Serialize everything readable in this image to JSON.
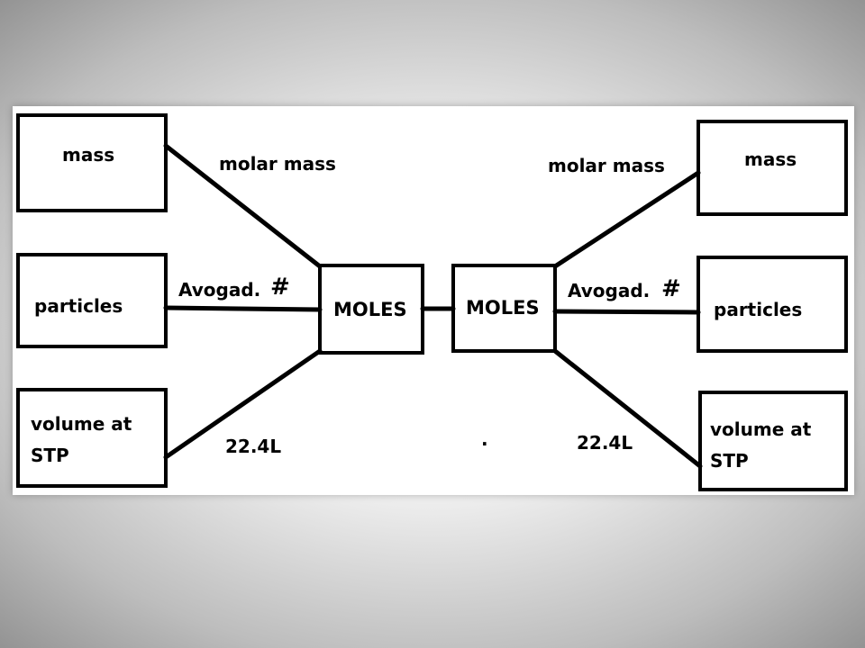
{
  "diagram": {
    "left": {
      "mass": "mass",
      "particles": "particles",
      "volume_line1": "volume at",
      "volume_line2": "STP",
      "moles": "MOLES",
      "edge_mass": "molar mass",
      "edge_particles": "Avogad.",
      "edge_particles_symbol": "#",
      "edge_volume": "22.4L"
    },
    "right": {
      "mass": "mass",
      "particles": "particles",
      "volume_line1": "volume at",
      "volume_line2": "STP",
      "moles": "MOLES",
      "edge_mass": "molar mass",
      "edge_particles": "Avogad.",
      "edge_particles_symbol": "#",
      "edge_volume": "22.4L"
    },
    "center_dot": "·"
  }
}
